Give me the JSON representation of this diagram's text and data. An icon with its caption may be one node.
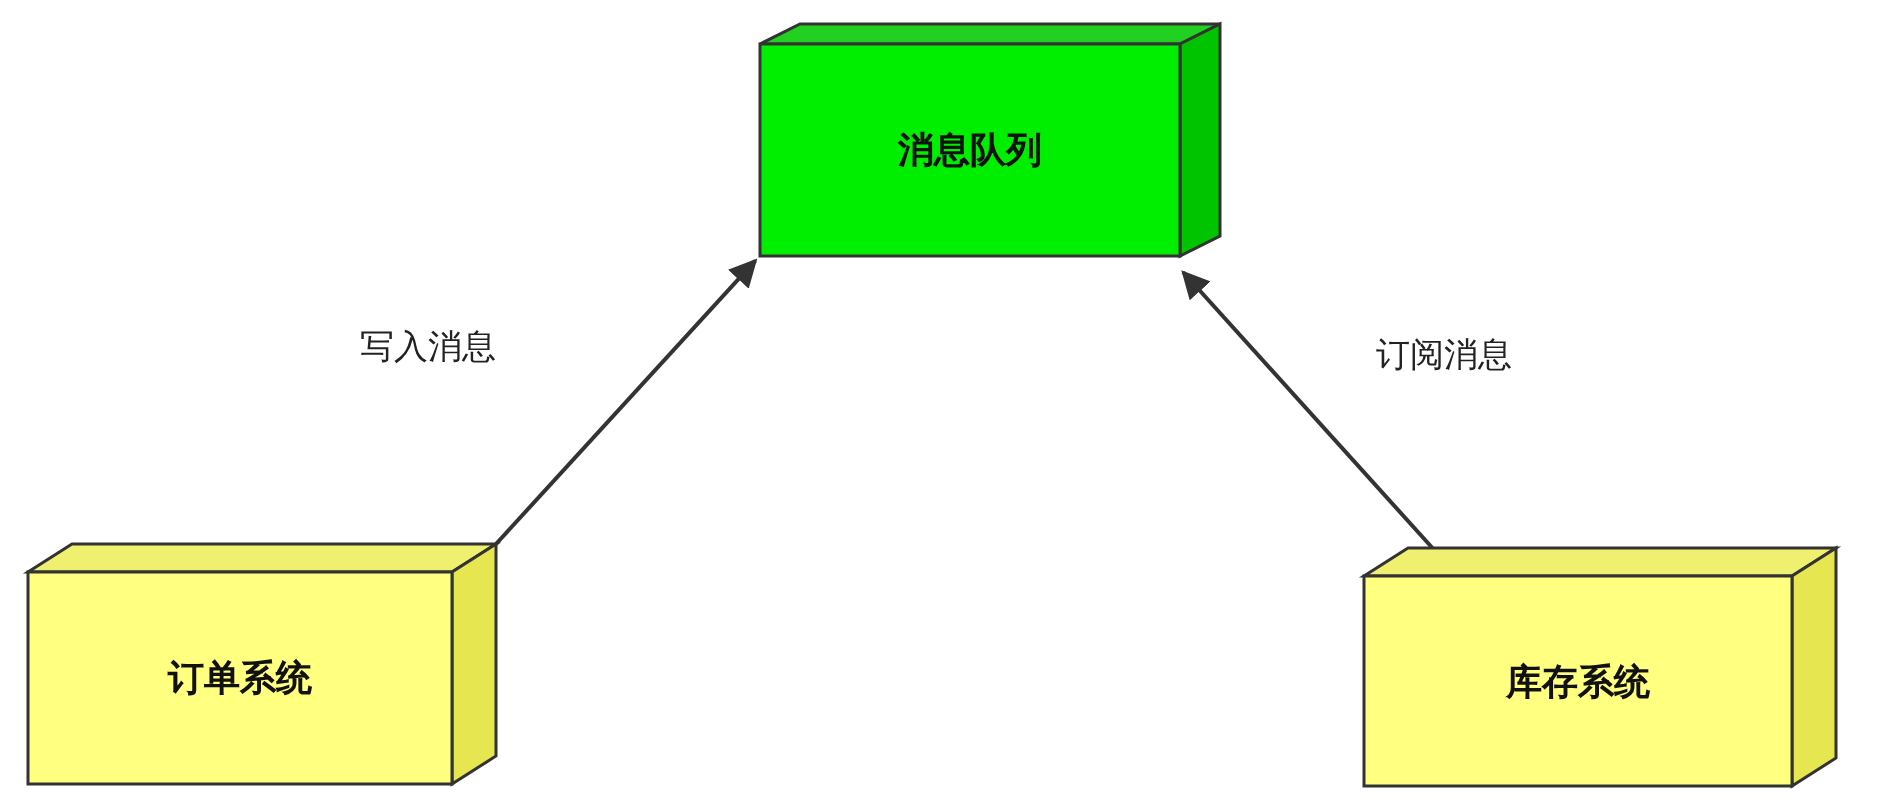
{
  "diagram": {
    "nodes": [
      {
        "text": [
          "消息队列"
        ]
      },
      {
        "text": [
          "订单系统"
        ]
      },
      {
        "text": [
          "库存系统"
        ]
      }
    ],
    "edges": [
      {
        "from": 1,
        "to": 0,
        "arrow": "to",
        "label": "写入消息"
      },
      {
        "from": 2,
        "to": 0,
        "arrow": "to",
        "label": "订阅消息"
      }
    ]
  }
}
